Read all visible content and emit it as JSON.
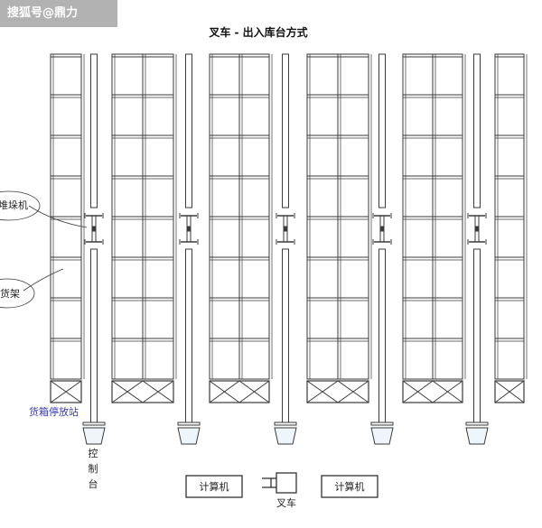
{
  "watermark": "搜狐号@鼎力",
  "title": "叉车 - 出入库台方式",
  "labels": {
    "stacker": "堆垛机",
    "rack": "货架",
    "container_station": "货箱停放站",
    "control_char_1": "控",
    "control_char_2": "制",
    "control_char_3": "台",
    "computer_left": "计算机",
    "computer_right": "计算机",
    "forklift": "叉车"
  },
  "colors": {
    "line": "#3a3a3a",
    "accent_blue": "#3a3ab0",
    "pedestal_fill": "#eef6fb"
  }
}
